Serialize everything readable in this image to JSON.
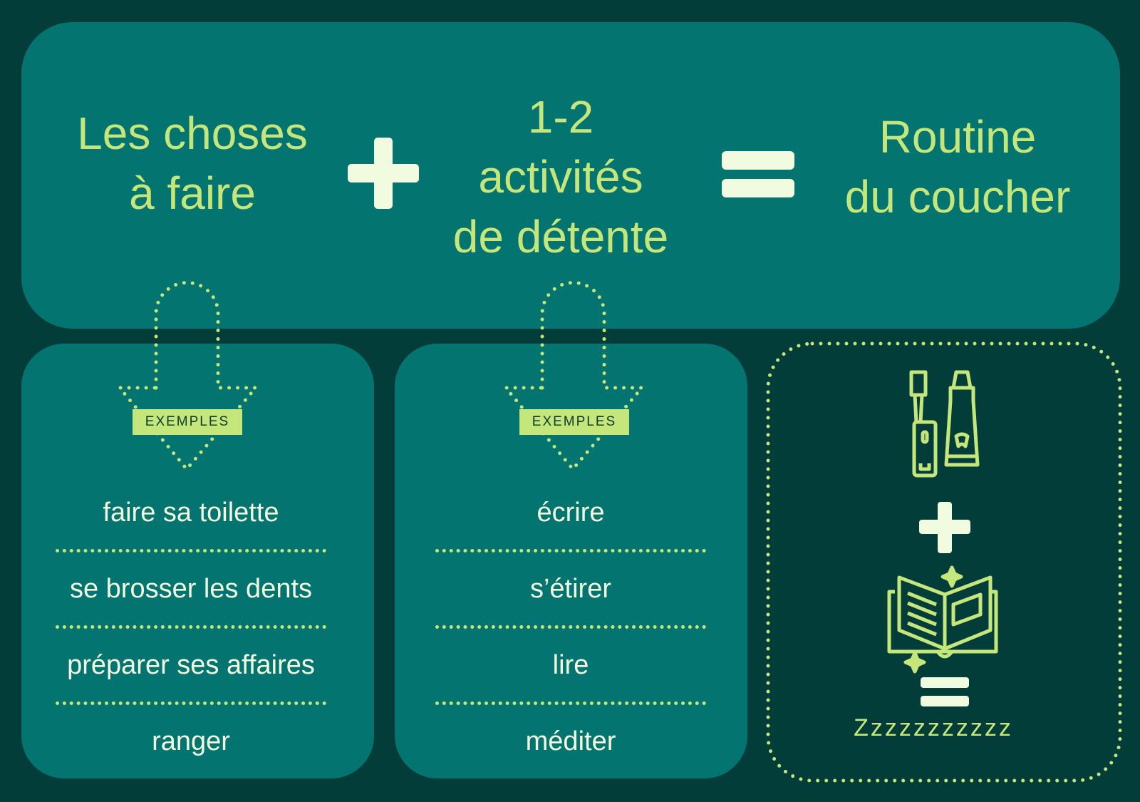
{
  "equation": {
    "term1": [
      "Les choses",
      "à faire"
    ],
    "term2": [
      "1-2",
      "activités",
      "de détente"
    ],
    "result": [
      "Routine",
      "du coucher"
    ]
  },
  "examples_label": "EXEMPLES",
  "chores": [
    "faire sa toilette",
    "se brosser les dents",
    "préparer ses affaires",
    "ranger"
  ],
  "relaxing": [
    "écrire",
    "s’étirer",
    "lire",
    "méditer"
  ],
  "summary": {
    "icons": [
      "toothbrush-toothpaste-icon",
      "plus-icon",
      "book-icon",
      "equals-icon"
    ],
    "result": "Zzzzzzzzzzz"
  },
  "colors": {
    "background": "#033d3a",
    "panel": "#037470",
    "accent": "#c5e67a",
    "cream": "#f0fbe0"
  }
}
